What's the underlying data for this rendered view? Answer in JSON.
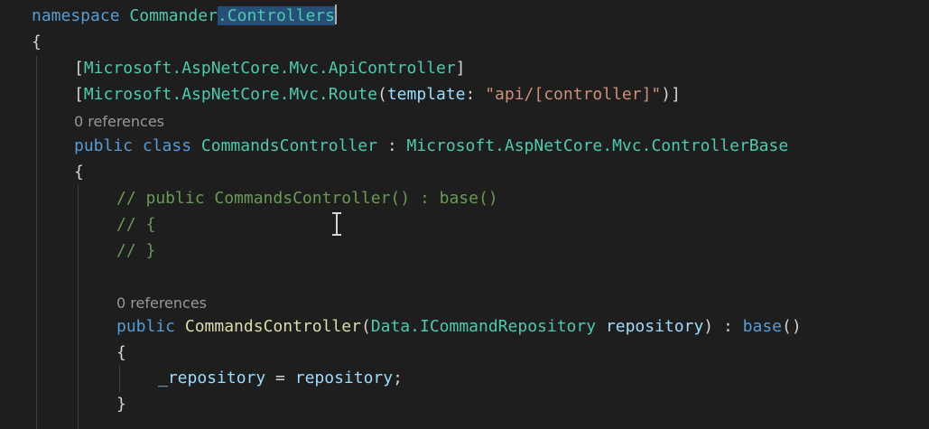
{
  "editor": {
    "lines": {
      "namespace": {
        "kw": "namespace",
        "ns1": "Commander",
        "ns2": ".Controllers"
      },
      "open_ns": "{",
      "attr1": {
        "open": "[",
        "ns": "Microsoft.AspNetCore.Mvc.",
        "name": "ApiController",
        "close": "]"
      },
      "attr2": {
        "open": "[",
        "ns": "Microsoft.AspNetCore.Mvc.",
        "name": "Route",
        "paren_open": "(",
        "param": "template",
        "colon": ": ",
        "value": "\"api/[controller]\"",
        "close": ")]"
      },
      "lens1": "0 references",
      "class_decl": {
        "kw1": "public",
        "kw2": "class",
        "name": "CommandsController",
        "colon": " : ",
        "base_ns": "Microsoft.AspNetCore.Mvc.",
        "base": "ControllerBase"
      },
      "open_class": "{",
      "comment1": "// public CommandsController() : base()",
      "comment2": "// {",
      "comment3": "// }",
      "lens2": "0 references",
      "ctor": {
        "kw": "public",
        "name": "CommandsController",
        "paren_open": "(",
        "param_ns": "Data.",
        "param_type": "ICommandRepository",
        "param_name": "repository",
        "paren_close": ")",
        "colon": " : ",
        "base": "base",
        "base_args": "()"
      },
      "open_ctor": "{",
      "assign": {
        "field": "_repository",
        "eq": " = ",
        "value": "repository",
        "semi": ";"
      },
      "close_ctor": "}"
    }
  },
  "theme": {
    "background": "#1e1e1e",
    "keyword": "#569cd6",
    "type": "#4ec9b0",
    "method": "#dcdcaa",
    "variable": "#9cdcfe",
    "string": "#ce9178",
    "comment": "#6a9955",
    "selection": "#264f78",
    "codelens": "#999999"
  }
}
